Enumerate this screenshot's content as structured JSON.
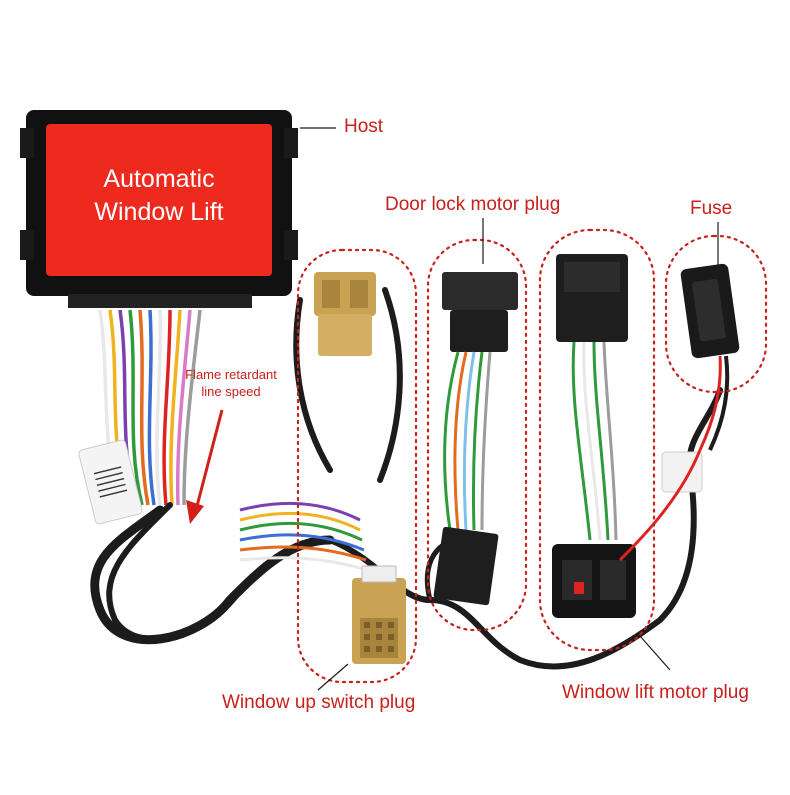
{
  "module": {
    "title_line1": "Automatic",
    "title_line2": "Window Lift"
  },
  "labels": {
    "host": "Host",
    "door_lock": "Door lock motor plug",
    "fuse": "Fuse",
    "flame_line1": "Flame retardant",
    "flame_line2": "line speed",
    "window_up": "Window up switch plug",
    "window_lift": "Window lift motor plug"
  },
  "colors": {
    "accent_red": "#c8201c",
    "module_red": "#ee2a1f",
    "cable_black": "#1c1c1c",
    "plug_tan": "#c9a353"
  }
}
